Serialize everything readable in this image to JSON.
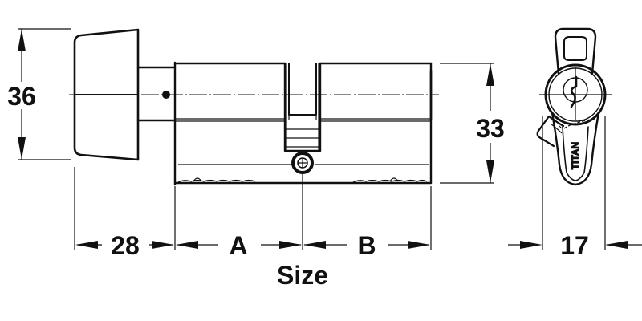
{
  "drawing": {
    "subject": "Euro profile thumbturn cylinder lock",
    "brand_mark": "TITAN",
    "colors": {
      "line": "#111111",
      "background": "#ffffff"
    }
  },
  "dimensions": {
    "turn_height": "36",
    "body_height": "33",
    "turn_length": "28",
    "side_a": "A",
    "side_b": "B",
    "size_label": "Size",
    "end_width": "17"
  }
}
